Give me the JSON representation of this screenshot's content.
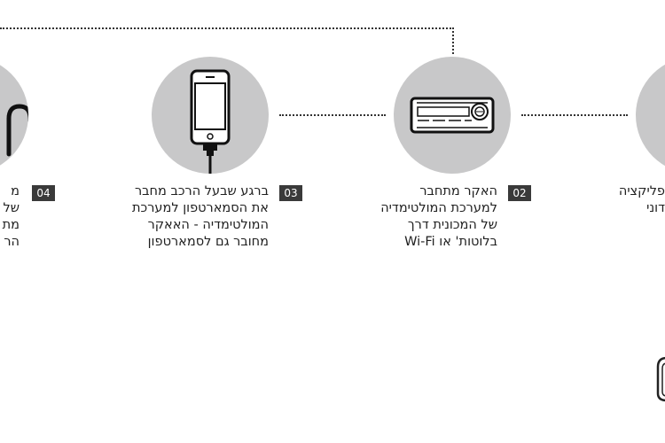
{
  "steps": [
    {
      "number": "04",
      "text": "מ\nשל\nמת\nהר",
      "icon": "cable-icon"
    },
    {
      "number": "03",
      "text": "ברגע שבעל הרכב מחבר\nאת הסמארטפון למערכת\nהמולטימדיה - האאקר\nמחובר גם לסמארטפון",
      "icon": "smartphone-icon"
    },
    {
      "number": "02",
      "text": "האקר מתחבר\nלמערכת המולטימדיה\nשל המכונית דרך\nבלוטות' או Wi-Fi",
      "icon": "car-stereo-icon"
    },
    {
      "number": "",
      "text": "פליקציה\nדוני",
      "icon": ""
    }
  ],
  "colors": {
    "circle": "#c8c8c9",
    "badge": "#3a3a3a",
    "line": "#333333"
  }
}
